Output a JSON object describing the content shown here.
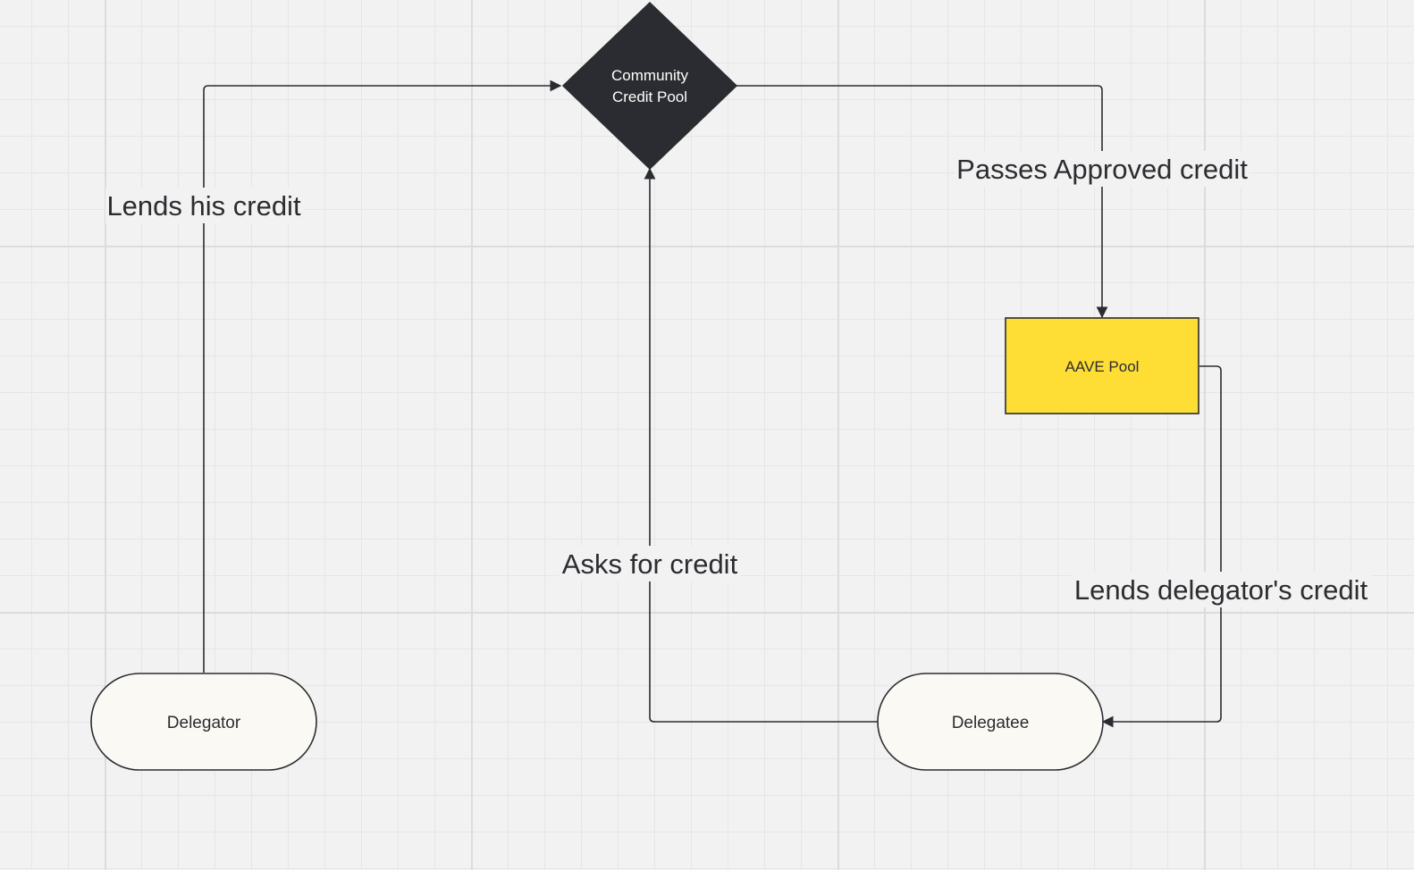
{
  "nodes": {
    "community_pool": {
      "line1": "Community",
      "line2": "Credit Pool",
      "fill": "#2b2c31",
      "text_color": "#ffffff"
    },
    "aave_pool": {
      "label": "AAVE Pool",
      "fill": "#fedd34"
    },
    "delegator": {
      "label": "Delegator",
      "fill": "#fbf9f3"
    },
    "delegatee": {
      "label": "Delegatee",
      "fill": "#fbf9f3"
    }
  },
  "edges": {
    "lends_his_credit": "Lends his credit",
    "passes_approved": "Passes Approved credit",
    "asks_for_credit": "Asks for credit",
    "lends_delegators": "Lends delegator's credit"
  },
  "colors": {
    "background": "#f2f2f2",
    "line": "#2b2c31"
  }
}
